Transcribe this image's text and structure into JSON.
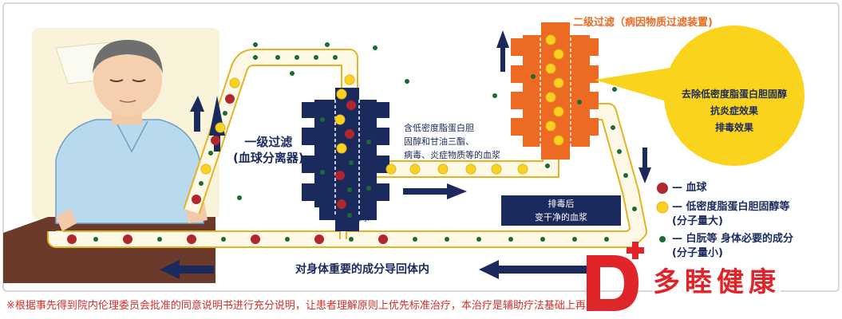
{
  "secondary_filter": {
    "title": "二级过滤（病因物质过滤装置)",
    "effects": [
      "去除低密度脂蛋白胆固醇",
      "抗炎症效果",
      "排毒效果"
    ]
  },
  "primary_filter": {
    "title_lines": [
      "一级过滤",
      "(血球分离器)"
    ]
  },
  "plasma_note": {
    "lines": [
      "含低密度脂蛋白胆",
      "固醇和甘油三酯、",
      "病毒、炎症物质等的血浆"
    ]
  },
  "blood_cell_label": "血球",
  "detox_box": {
    "lines": [
      "排毒后",
      "变干净的血浆"
    ]
  },
  "return_label": "对身体重要的成分导回体内",
  "legend": [
    {
      "marker": "red-dot",
      "color": "#b2262e",
      "lines": [
        "— 血球"
      ]
    },
    {
      "marker": "yellow-dot",
      "color": "#f8d21e",
      "lines": [
        "— 低密度脂蛋白胆固醇等",
        "(分子量大)"
      ]
    },
    {
      "marker": "green-dot",
      "color": "#1c6b34",
      "lines": [
        "— 白朊等  身体必要的成分",
        "(分子量小)"
      ]
    }
  ],
  "footnote": "※根据事先得到院内伦理委员会批准的同意说明书进行充分说明，让患者理解原则上优先标准治疗，本治疗是辅助疗法基础上再进行治疗",
  "brand": {
    "letter": "D",
    "plus": "+",
    "name": "多睦健康"
  },
  "colors": {
    "navy": "#1b2a5c",
    "orange": "#ec6a22",
    "tube_fill": "#fdf9e6",
    "tube_border": "#e3b326",
    "callout": "#f9d31c",
    "brand_red": "#e0242a",
    "footnote_red": "#d4302a",
    "blood_red": "#b2262e",
    "plasma_yellow": "#f8d21e",
    "albumin_green": "#1c6b34"
  }
}
